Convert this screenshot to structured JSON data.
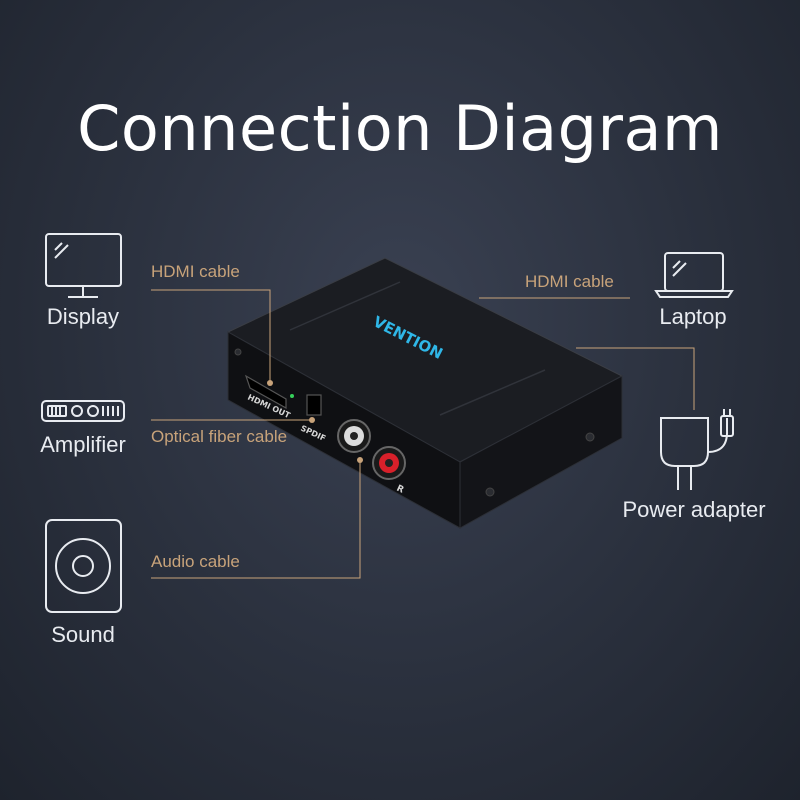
{
  "title": "Connection Diagram",
  "devices": {
    "display": "Display",
    "amplifier": "Amplifier",
    "sound": "Sound",
    "laptop": "Laptop",
    "power_adapter": "Power adapter"
  },
  "cables": {
    "hdmi_left": "HDMI cable",
    "optical": "Optical fiber cable",
    "audio": "Audio cable",
    "hdmi_right": "HDMI cable"
  },
  "box": {
    "brand": "VENTION",
    "ports": {
      "hdmi_out": "HDMI OUT",
      "spdif": "SPDIF",
      "r": "R"
    }
  },
  "colors": {
    "cable_label": "#c8a37a",
    "line": "#c8a37a",
    "icon": "#e8ebf0",
    "brand": "#2fb7e8"
  }
}
